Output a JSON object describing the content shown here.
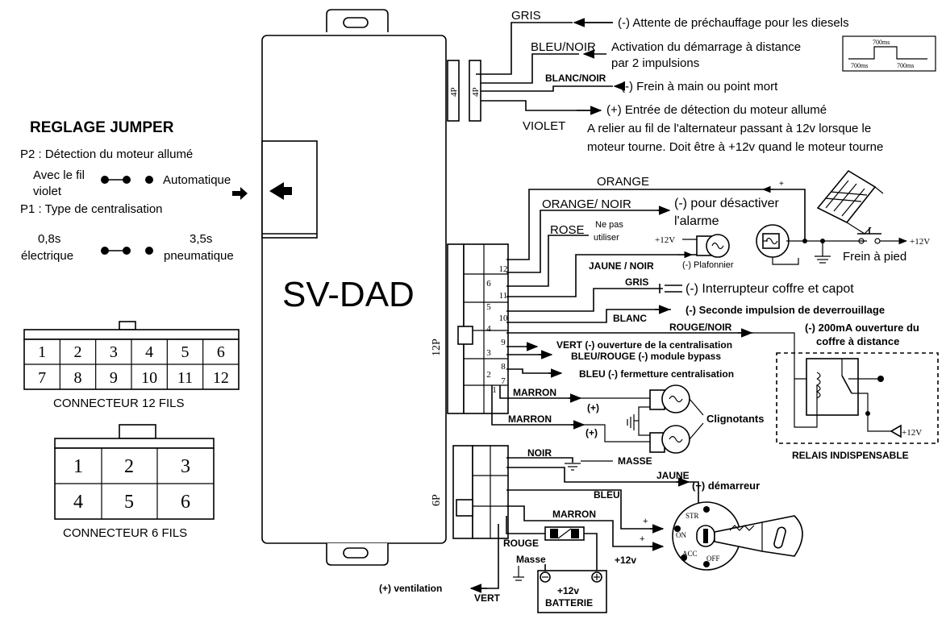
{
  "module": {
    "name": "SV-DAD",
    "conn_4p_a": "4P",
    "conn_4p_b": "4P",
    "conn_12p": "12P",
    "conn_6p": "6P"
  },
  "jumper": {
    "title": "REGLAGE JUMPER",
    "p2_title": "P2 : Détection du moteur allumé",
    "p2_left_1": "Avec le fil",
    "p2_left_2": "violet",
    "p2_right": "Automatique",
    "p1_title": "P1 : Type de centralisation",
    "p1_left_1": "0,8s",
    "p1_left_2": "électrique",
    "p1_right_1": "3,5s",
    "p1_right_2": "pneumatique"
  },
  "connector12": {
    "caption": "CONNECTEUR 12 FILS",
    "pins": [
      "1",
      "2",
      "3",
      "4",
      "5",
      "6",
      "7",
      "8",
      "9",
      "10",
      "11",
      "12"
    ]
  },
  "connector6": {
    "caption": "CONNECTEUR 6 FILS",
    "pins": [
      "1",
      "2",
      "3",
      "4",
      "5",
      "6"
    ]
  },
  "top_wires": {
    "gris": "GRIS",
    "gris_desc": "(-) Attente de préchauffage pour les diesels",
    "bleu_noir": "BLEU/NOIR",
    "bleu_noir_desc_1": "Activation du démarrage à distance",
    "bleu_noir_desc_2": "par 2 impulsions",
    "pulse_top": "700ms",
    "pulse_bottom_left": "700ms",
    "pulse_bottom_right": "700ms",
    "blanc_noir": "BLANC/NOIR",
    "blanc_noir_desc": "(-) Frein à main ou point mort",
    "violet": "VIOLET",
    "violet_desc_1": "(+) Entrée de détection du moteur allumé",
    "violet_desc_2": "A relier au fil de l'alternateur passant à 12v lorsque le",
    "violet_desc_3": "moteur tourne. Doit être à +12v quand le moteur tourne"
  },
  "mid_wires": {
    "orange": "ORANGE",
    "orange_noir": "ORANGE/ NOIR",
    "orange_noir_desc_1": "(-) pour désactiver",
    "orange_noir_desc_2": "l'alarme",
    "rose": "ROSE",
    "rose_desc_1": "Ne pas",
    "rose_desc_2": "utiliser",
    "plus12_plafonnier": "+12V",
    "plafonnier": "(-) Plafonnier",
    "jaune_noir": "JAUNE / NOIR",
    "frein_pied": "Frein à pied",
    "plus12_frein": "+12V",
    "frein_plus": "+",
    "gris": "GRIS",
    "gris_desc": "(-) Interrupteur coffre et capot",
    "blanc": "BLANC",
    "blanc_desc": "(-) Seconde impulsion de deverrouillage",
    "rouge_noir": "ROUGE/NOIR",
    "rouge_noir_desc_1": "(-) 200mA ouverture du",
    "rouge_noir_desc_2": "coffre à distance",
    "vert": "VERT (-) ouverture de la centralisation",
    "bleu_rouge": "BLEU/ROUGE (-) module bypass",
    "bleu": "BLEU (-) fermetture centralisation",
    "marron_1": "MARRON",
    "marron_2": "MARRON",
    "plus_1": "(+)",
    "plus_2": "(+)",
    "clignotants": "Clignotants",
    "relais_caption": "RELAIS INDISPENSABLE",
    "relais_plus12": "+12V"
  },
  "pin_numbers": [
    "12",
    "11",
    "10",
    "9",
    "8",
    "7",
    "6",
    "5",
    "4",
    "3",
    "2",
    "1"
  ],
  "bottom_wires": {
    "noir": "NOIR",
    "masse": "MASSE",
    "jaune": "JAUNE",
    "demarreur": "(+) démarreur",
    "bleu": "BLEU",
    "marron": "MARRON",
    "rouge": "ROUGE",
    "masse_batt": "Masse",
    "plus12v": "+12v",
    "batt_1": "+12v",
    "batt_2": "BATTERIE",
    "ventilation": "(+) ventilation",
    "vert": "VERT",
    "key_str": "STR",
    "key_on": "ON",
    "key_acc": "ACC",
    "key_off": "OFF",
    "key_plus_1": "+",
    "key_plus_2": "+"
  }
}
